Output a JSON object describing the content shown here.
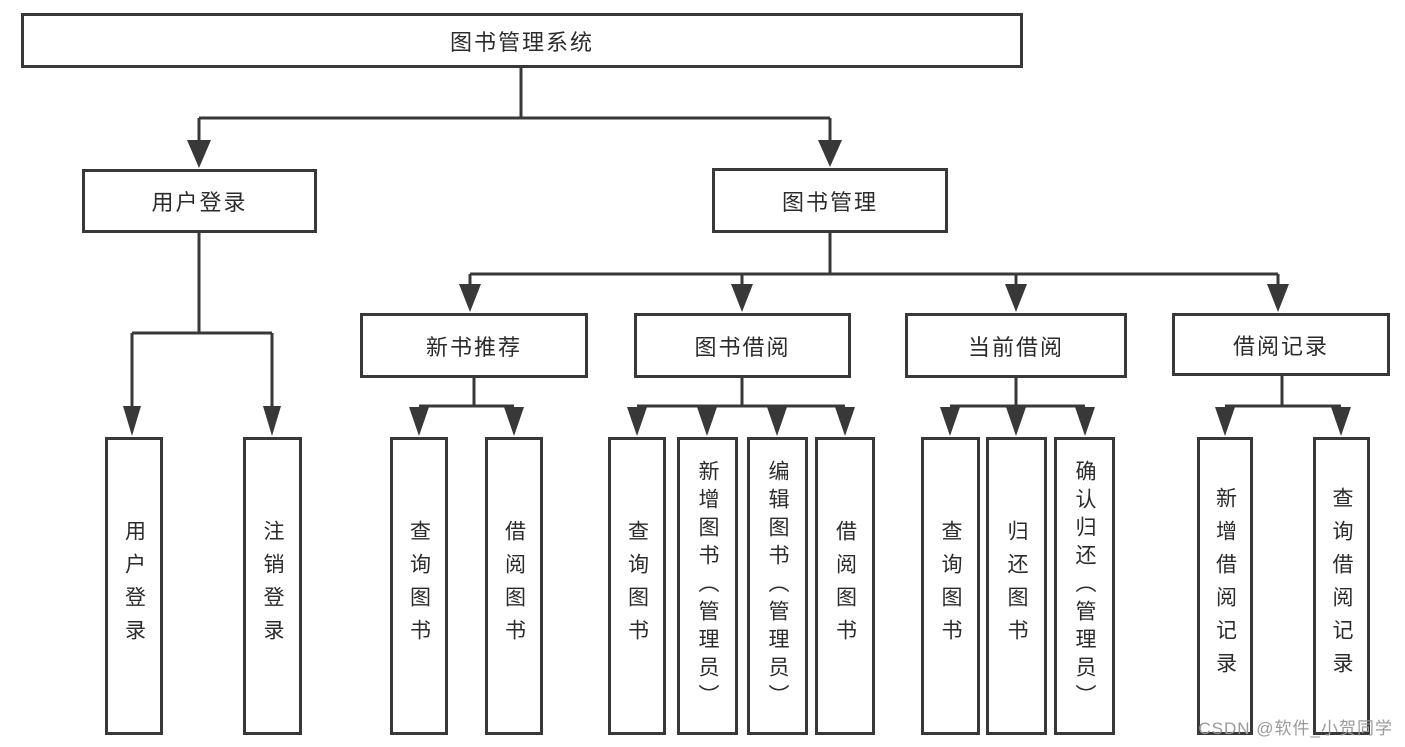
{
  "diagram": {
    "title": "图书管理系统",
    "root": {
      "label": "图书管理系统"
    },
    "level2": [
      {
        "label": "用户登录"
      },
      {
        "label": "图书管理"
      }
    ],
    "level3": [
      {
        "label": "新书推荐"
      },
      {
        "label": "图书借阅"
      },
      {
        "label": "当前借阅"
      },
      {
        "label": "借阅记录"
      }
    ],
    "leaves": {
      "user_login": [
        {
          "label": "用户登录"
        },
        {
          "label": "注销登录"
        }
      ],
      "new_book": [
        {
          "label": "查询图书"
        },
        {
          "label": "借阅图书"
        }
      ],
      "book_borrow": [
        {
          "label": "查询图书"
        },
        {
          "label": "新增图书（管理员）"
        },
        {
          "label": "编辑图书（管理员）"
        },
        {
          "label": "借阅图书"
        }
      ],
      "current_borrow": [
        {
          "label": "查询图书"
        },
        {
          "label": "归还图书"
        },
        {
          "label": "确认归还（管理员）"
        }
      ],
      "borrow_record": [
        {
          "label": "新增借阅记录"
        },
        {
          "label": "查询借阅记录"
        }
      ]
    },
    "watermark": "CSDN @软件_小贺同学",
    "colors": {
      "line": "#383838",
      "text": "#2b2b2b",
      "watermark": "#9a9a9a",
      "background": "#ffffff"
    }
  }
}
